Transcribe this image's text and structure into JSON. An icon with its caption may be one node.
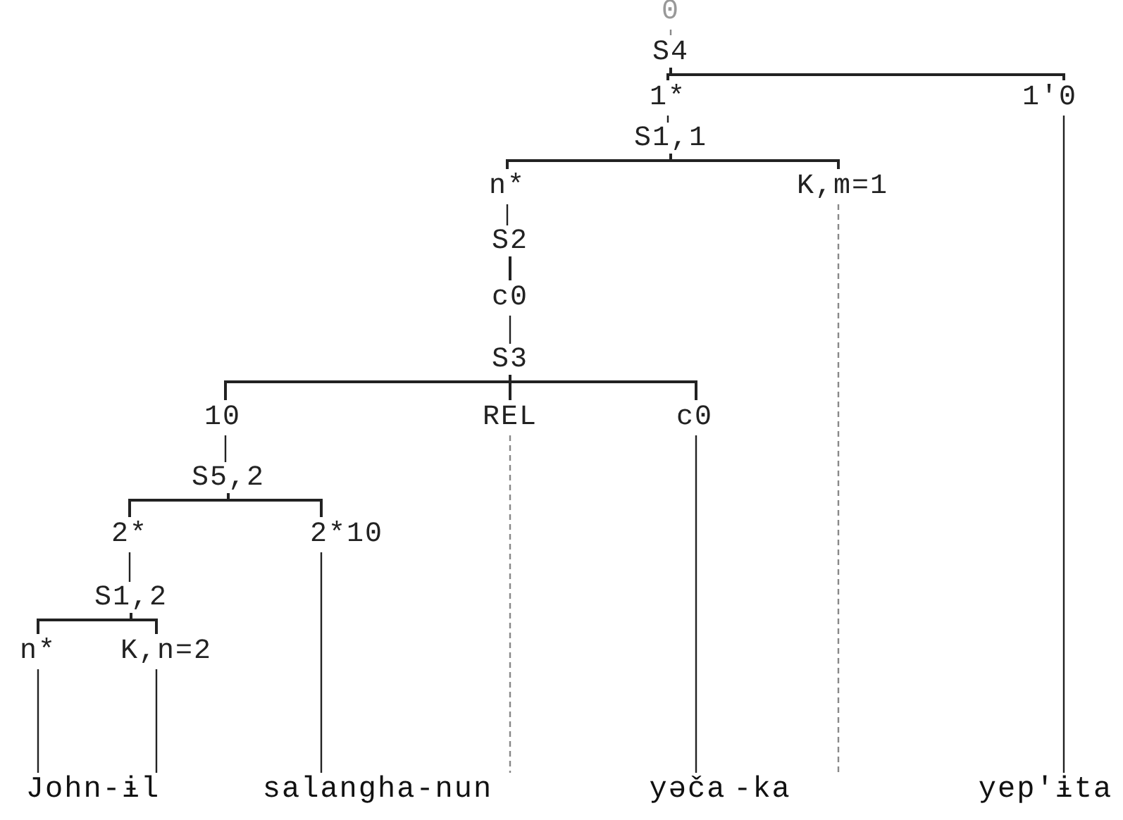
{
  "diagram": {
    "nodes": [
      {
        "text": [
          "0"
        ]
      },
      {
        "text": [
          "S4"
        ]
      },
      {
        "text": [
          "1*"
        ]
      },
      {
        "text": [
          "1'0"
        ]
      },
      {
        "text": [
          "S1,1"
        ]
      },
      {
        "text": [
          "n*"
        ]
      },
      {
        "text": [
          "K,m=1"
        ]
      },
      {
        "text": [
          "S2"
        ]
      },
      {
        "text": [
          "c0"
        ]
      },
      {
        "text": [
          "S3"
        ]
      },
      {
        "text": [
          "10"
        ]
      },
      {
        "text": [
          "REL"
        ]
      },
      {
        "text": [
          "c0"
        ]
      },
      {
        "text": [
          "S5,2"
        ]
      },
      {
        "text": [
          "2*"
        ]
      },
      {
        "text": [
          "2*10"
        ]
      },
      {
        "text": [
          "S1,2"
        ]
      },
      {
        "text": [
          "n*"
        ]
      },
      {
        "text": [
          "K,n=2"
        ]
      },
      {
        "text": [
          "John-ɨl"
        ]
      },
      {
        "text": [
          "salangha-nun"
        ]
      },
      {
        "text": [
          "yəča"
        ]
      },
      {
        "text": [
          "-ka"
        ]
      },
      {
        "text": [
          "yep'ɨta"
        ]
      }
    ],
    "edges": [
      {
        "from": 0,
        "to": 1,
        "arrow": "none",
        "style": "dashed",
        "color": "#888888"
      },
      {
        "from": 1,
        "to": 2,
        "arrow": "none"
      },
      {
        "from": 1,
        "to": 3,
        "arrow": "none"
      },
      {
        "from": 2,
        "to": 4,
        "arrow": "none"
      },
      {
        "from": 4,
        "to": 5,
        "arrow": "none"
      },
      {
        "from": 4,
        "to": 6,
        "arrow": "none"
      },
      {
        "from": 5,
        "to": 7,
        "arrow": "none"
      },
      {
        "from": 7,
        "to": 8,
        "arrow": "none"
      },
      {
        "from": 8,
        "to": 9,
        "arrow": "none"
      },
      {
        "from": 9,
        "to": 10,
        "arrow": "none"
      },
      {
        "from": 9,
        "to": 11,
        "arrow": "none"
      },
      {
        "from": 9,
        "to": 12,
        "arrow": "none"
      },
      {
        "from": 10,
        "to": 13,
        "arrow": "none"
      },
      {
        "from": 13,
        "to": 14,
        "arrow": "none"
      },
      {
        "from": 13,
        "to": 15,
        "arrow": "none"
      },
      {
        "from": 14,
        "to": 16,
        "arrow": "none"
      },
      {
        "from": 16,
        "to": 17,
        "arrow": "none"
      },
      {
        "from": 16,
        "to": 18,
        "arrow": "none"
      },
      {
        "from": 17,
        "to": 19,
        "arrow": "none"
      },
      {
        "from": 18,
        "to": 19,
        "arrow": "none"
      },
      {
        "from": 15,
        "to": 20,
        "arrow": "none"
      },
      {
        "from": 11,
        "to": 20,
        "arrow": "none",
        "style": "dashed",
        "color": "#888888"
      },
      {
        "from": 12,
        "to": 21,
        "arrow": "none"
      },
      {
        "from": 6,
        "to": 22,
        "arrow": "none",
        "style": "dashed",
        "color": "#888888"
      },
      {
        "from": 3,
        "to": 23,
        "arrow": "none"
      }
    ]
  }
}
